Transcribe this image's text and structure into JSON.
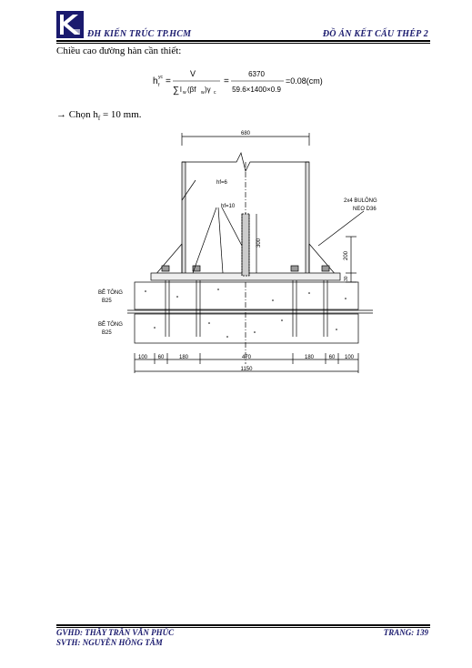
{
  "header": {
    "left_title": "ĐH KIẾN TRÚC TP.HCM",
    "right_title": "ĐỒ ÁN KẾT CẤU THÉP 2"
  },
  "content": {
    "intro": "Chiều cao đường hàn cần thiết:",
    "formula": {
      "lhs": "h",
      "lhs_sup": "yc",
      "lhs_sub": "f",
      "numerator1": "V",
      "denominator1_sum": "∑",
      "denominator1_l": "l",
      "denominator1_lsub": "w",
      "denominator1_rest": "(βf",
      "denominator1_rest_sub": "w",
      "denominator1_tail": ")γ",
      "denominator1_tail_sub": "c",
      "numerator2": "6370",
      "denominator2": "59.6×1400×0.9",
      "result": "=0.08(cm)"
    },
    "choice_arrow": "→",
    "choice_text_pre": "Chọn h",
    "choice_text_sub": "f",
    "choice_text_post": " = 10 mm."
  },
  "drawing": {
    "dim_top": "680",
    "label_hf6": "hf=6",
    "label_hf10": "hf=10",
    "bolt_label_1": "2x4 BULÔNG",
    "bolt_label_2": "NEO D36",
    "dim_300": "300",
    "dim_200": "200",
    "dim_30": "30",
    "concrete_1a": "BÊ TÔNG",
    "concrete_1b": "B25",
    "concrete_2a": "BÊ TÔNG",
    "concrete_2b": "B25",
    "bottom_dims": [
      "100",
      "60",
      "180",
      "470",
      "180",
      "60",
      "100"
    ],
    "total_dim": "1150"
  },
  "footer": {
    "gvhd": "GVHD: THẦY TRẦN VĂN PHÚC",
    "svth": "SVTH: NGUYỄN HỒNG TÂM",
    "page": "TRANG: 139"
  }
}
